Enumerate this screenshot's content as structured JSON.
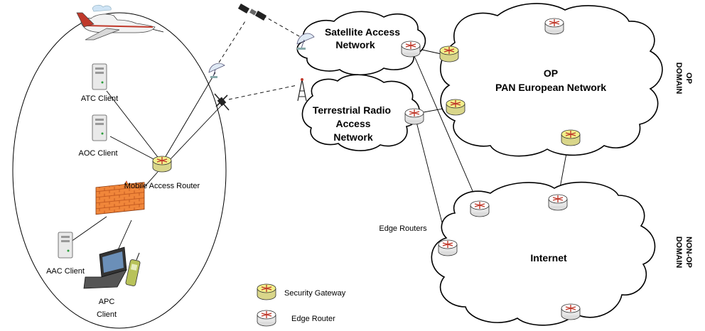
{
  "clouds": {
    "satellite_line1": "Satellite Access",
    "satellite_line2": "Network",
    "terrestrial_line1": "Terrestrial Radio",
    "terrestrial_line2": "Access",
    "terrestrial_line3": "Network",
    "op_line1": "OP",
    "op_line2": "PAN European Network",
    "internet": "Internet"
  },
  "aircraft": {
    "atc_client": "ATC Client",
    "aoc_client": "AOC Client",
    "mobile_access_router": "Mobile Access Router",
    "aac_client": "AAC Client",
    "apc_line1": "APC",
    "apc_line2": "Client"
  },
  "labels": {
    "edge_routers": "Edge Routers"
  },
  "legend": {
    "security_gateway": "Security Gateway",
    "edge_router": "Edge Router",
    "security_gateway_color": "#f2ef8a",
    "edge_router_color": "#ffffff"
  },
  "domains": {
    "op_line1": "OP",
    "op_line2": "DOMAIN",
    "nonop_line1": "NON-OP",
    "nonop_line2": "DOMAIN"
  }
}
